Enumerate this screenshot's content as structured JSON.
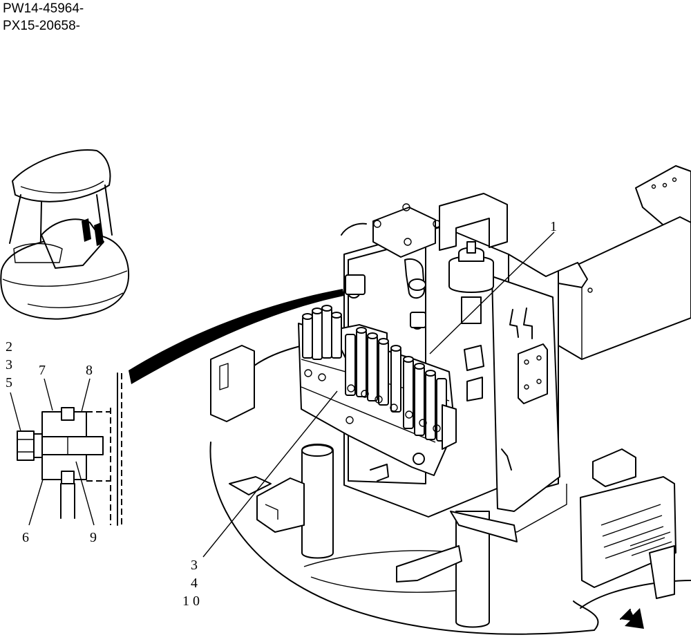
{
  "header": {
    "serial_lines": [
      "PW14-45964-",
      "PX15-20658-"
    ]
  },
  "callouts": {
    "c1": "1",
    "c2": "2",
    "c3_left": "3",
    "c5": "5",
    "c7": "7",
    "c8": "8",
    "c6": "6",
    "c9": "9",
    "c3_bottom": "3",
    "c4": "4",
    "c10": "1 0"
  },
  "icons": {
    "orientation_arrow": "direction-arrow-icon"
  }
}
